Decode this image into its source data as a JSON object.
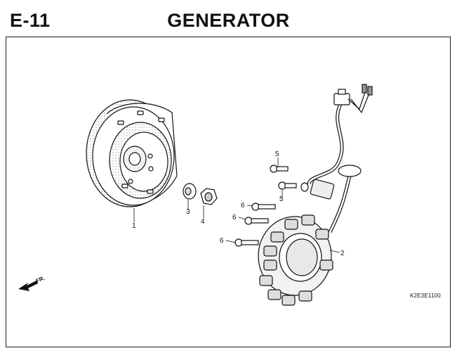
{
  "header": {
    "section_code": "E-11",
    "title": "GENERATOR"
  },
  "callouts": [
    "1",
    "2",
    "3",
    "4",
    "5",
    "5",
    "6",
    "6",
    "6"
  ],
  "direction_marker": {
    "label": "FR."
  },
  "reference_code": "K2E3E1100"
}
